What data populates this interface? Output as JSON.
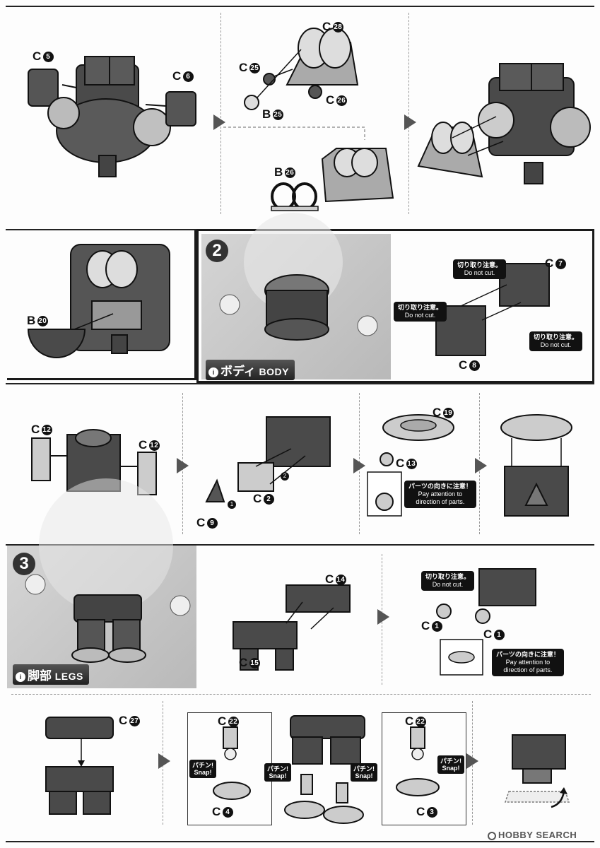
{
  "labels": {
    "c5": "C",
    "c5n": "5",
    "c6": "C",
    "c6n": "6",
    "c28": "C",
    "c28n": "28",
    "c25": "C",
    "c25n": "25",
    "b25": "B",
    "b25n": "25",
    "c26": "C",
    "c26n": "26",
    "b26": "B",
    "b26n": "26",
    "b20": "B",
    "b20n": "20",
    "c7": "C",
    "c7n": "7",
    "c8": "C",
    "c8n": "8",
    "c12a": "C",
    "c12an": "12",
    "c12b": "C",
    "c12bn": "12",
    "c2": "C",
    "c2n": "2",
    "c9": "C",
    "c9n": "9",
    "c19": "C",
    "c19n": "19",
    "c13": "C",
    "c13n": "13",
    "c14": "C",
    "c14n": "14",
    "c15": "C",
    "c15n": "15",
    "c1a": "C",
    "c1an": "1",
    "c1b": "C",
    "c1bn": "1",
    "c27": "C",
    "c27n": "27",
    "c22a": "C",
    "c22an": "22",
    "c22b": "C",
    "c22bn": "22",
    "c4": "C",
    "c4n": "4",
    "c3": "C",
    "c3n": "3",
    "step1": "1",
    "step2": "2"
  },
  "steps": {
    "body_number": "2",
    "body_title_jp": "ボディ",
    "body_title_en": "BODY",
    "legs_number": "3",
    "legs_title_jp": "脚部",
    "legs_title_en": "LEGS"
  },
  "notes": {
    "do_not_cut_jp": "切り取り注意。",
    "do_not_cut_en": "Do not cut.",
    "direction_jp": "パーツの向きに注意！",
    "direction_en1": "Pay attention to",
    "direction_en2": "direction of parts.",
    "snap_jp": "パチン!",
    "snap_en": "Snap!"
  },
  "watermark": "HOBBY SEARCH",
  "colors": {
    "part_dark": "#4a4a4a",
    "part_light": "#cfcfcf",
    "panel_bg": "#c6c6c6"
  }
}
